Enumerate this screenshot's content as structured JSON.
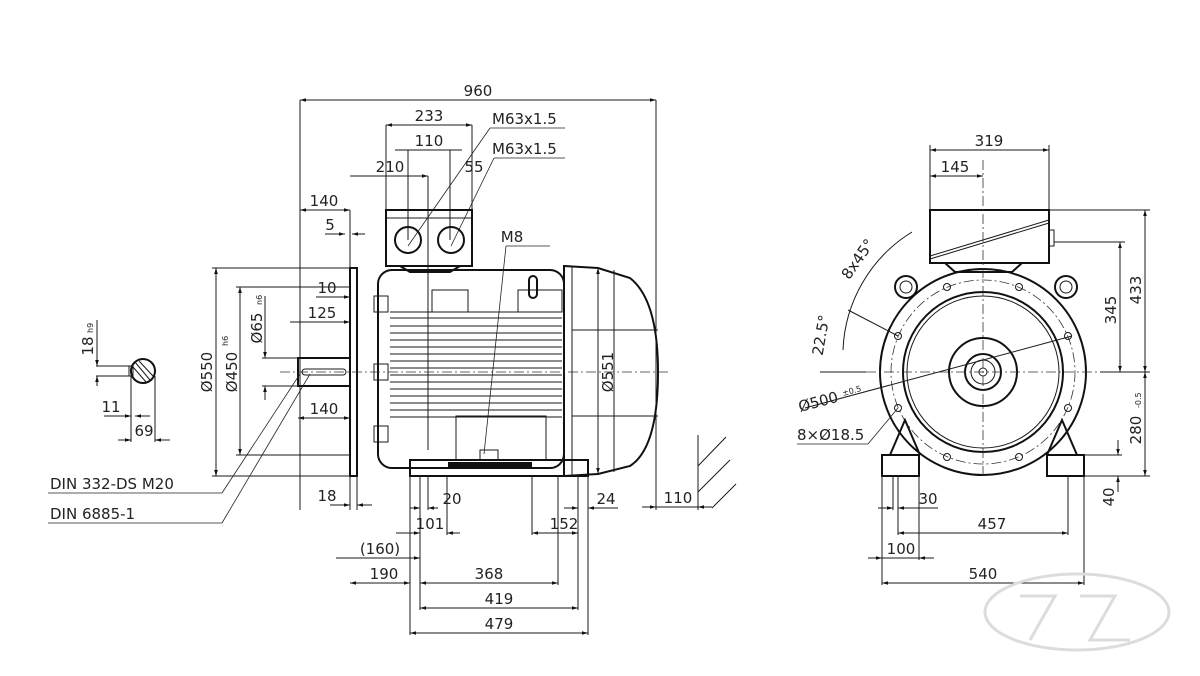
{
  "drawing": {
    "title": "Electric motor dimensional drawing",
    "side_view": {
      "overall_length": "960",
      "terminal_box_width": "233",
      "gland_spacing": "110",
      "gland_offset": "210",
      "gland_edge": "55",
      "gland_thread_1": "M63x1.5",
      "gland_thread_2": "M63x1.5",
      "flange_to_box": "140",
      "flange_small": "5",
      "earth_thread": "M8",
      "spigot": "10",
      "shaft_key_length": "125",
      "flange_diameter": "Ø550",
      "spigot_diameter": "Ø450",
      "spigot_tol": "h6",
      "shaft_diameter": "Ø65",
      "shaft_tol": "n6",
      "shaft_length": "140",
      "fan_cover_diameter": "Ø551",
      "flange_thickness": "18",
      "foot_20": "20",
      "foot_101": "101",
      "foot_160": "(160)",
      "foot_190": "190",
      "foot_368": "368",
      "foot_419": "419",
      "foot_479": "479",
      "foot_152": "152",
      "foot_24": "24",
      "removal_clearance": "110"
    },
    "key_section": {
      "key_width": "18",
      "key_tol": "h9",
      "key_depth": "11",
      "shaft_height": "69"
    },
    "notes": {
      "thread_standard": "DIN 332-DS M20",
      "key_standard": "DIN 6885-1"
    },
    "end_view": {
      "box_width": "319",
      "box_offset": "145",
      "hole_pattern": "8x45°",
      "hole_angle": "22.5°",
      "pcd": "Ø500",
      "pcd_tol": "±0.5",
      "holes": "8×Ø18.5",
      "height_box": "433",
      "height_gland": "345",
      "shaft_height": "280",
      "shaft_height_tol": "-0.5",
      "foot_height": "40",
      "foot_slot": "30",
      "foot_width": "100",
      "foot_spacing": "457",
      "overall_width": "540"
    }
  }
}
